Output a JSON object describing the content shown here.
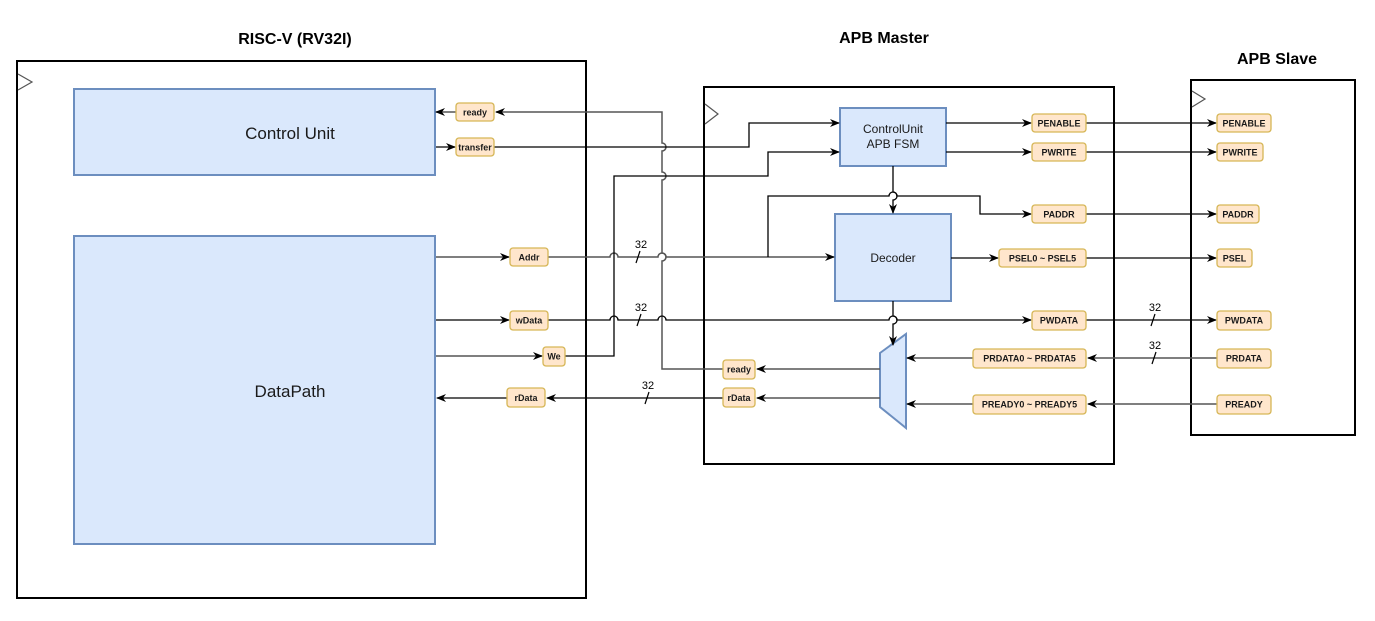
{
  "diagram": {
    "titles": {
      "riscv": "RISC-V (RV32I)",
      "apb_master": "APB Master",
      "apb_slave": "APB Slave"
    },
    "riscv": {
      "control_unit": "Control Unit",
      "datapath": "DataPath",
      "ports": {
        "ready": "ready",
        "transfer": "transfer",
        "addr": "Addr",
        "wdata": "wData",
        "we": "We",
        "rdata": "rData"
      }
    },
    "master": {
      "fsm_line1": "ControlUnit",
      "fsm_line2": "APB FSM",
      "decoder": "Decoder",
      "ports": {
        "penable": "PENABLE",
        "pwrite": "PWRITE",
        "paddr": "PADDR",
        "psel": "PSEL0 ~ PSEL5",
        "pwdata": "PWDATA",
        "prdata": "PRDATA0 ~ PRDATA5",
        "pready": "PREADY0 ~ PREADY5",
        "ready": "ready",
        "rdata": "rData"
      }
    },
    "slave": {
      "ports": {
        "penable": "PENABLE",
        "pwrite": "PWRITE",
        "paddr": "PADDR",
        "psel": "PSEL",
        "pwdata": "PWDATA",
        "prdata": "PRDATA",
        "pready": "PREADY"
      }
    },
    "bus_widths": {
      "addr": "32",
      "wdata": "32",
      "rdata": "32",
      "pwdata": "32",
      "prdata": "32"
    },
    "colors": {
      "block_fill": "#dae8fc",
      "block_stroke": "#6c8ebf",
      "port_fill": "#ffe6cc",
      "port_stroke": "#d6b656"
    }
  }
}
